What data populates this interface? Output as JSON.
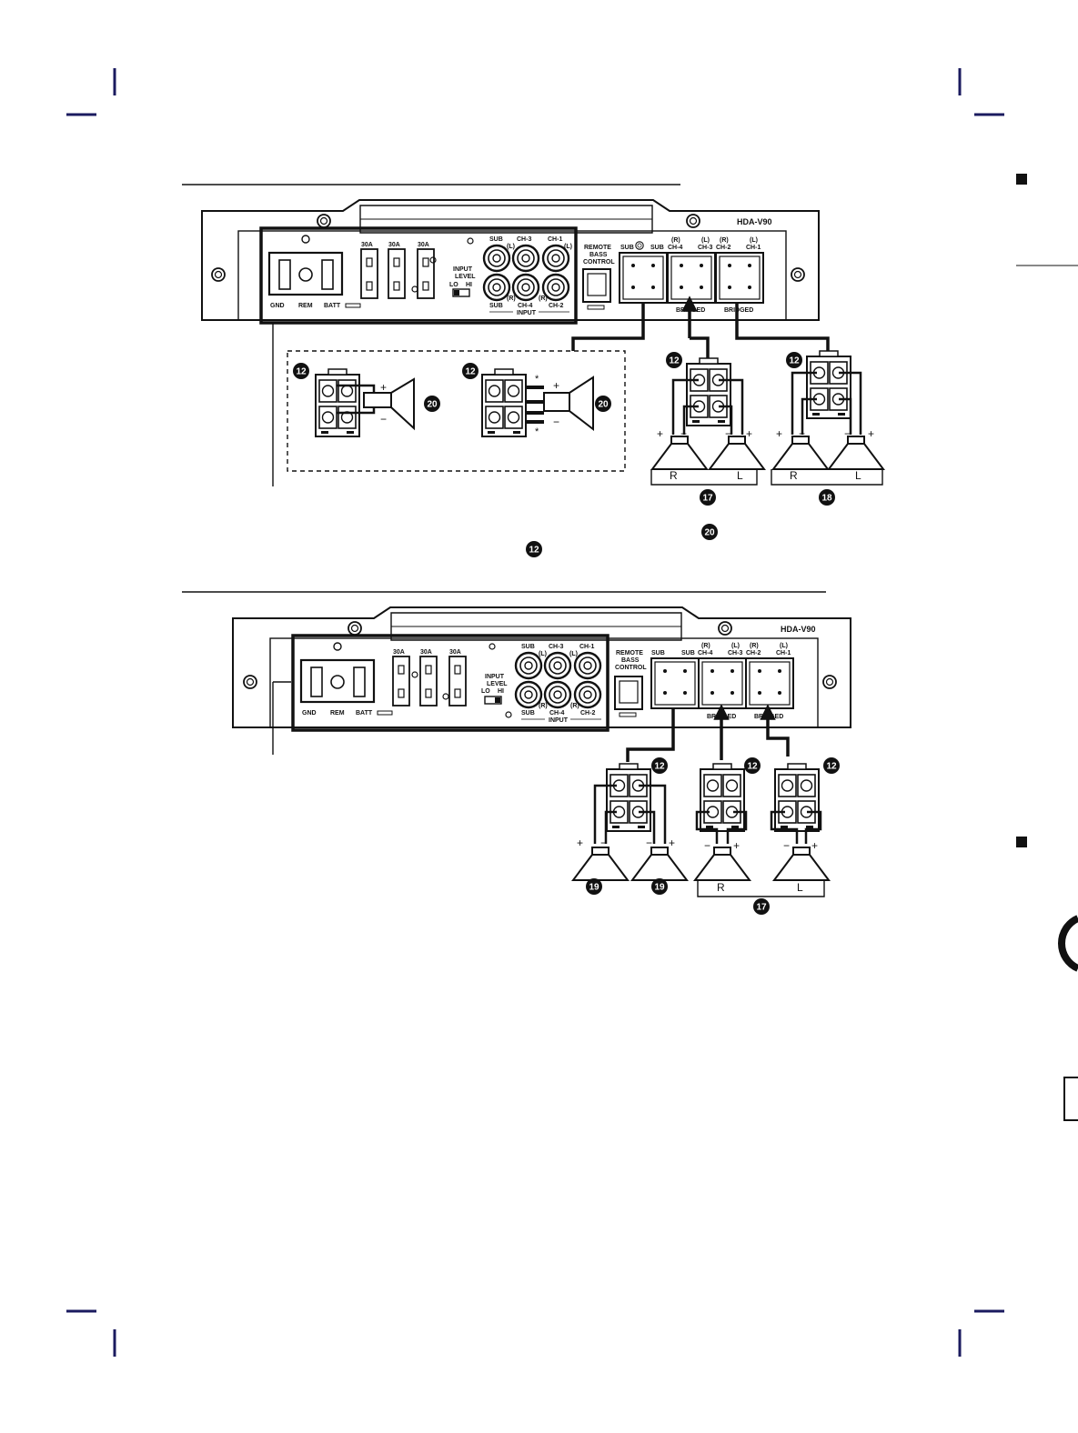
{
  "amp": {
    "model": "HDA-V90",
    "fuse_rating": "30A",
    "power_labels": [
      "GND",
      "REM",
      "BATT"
    ],
    "remote_label": [
      "REMOTE",
      "BASS",
      "CONTROL"
    ],
    "input_level": [
      "INPUT",
      "LEVEL"
    ],
    "input_lo": "LO",
    "input_hi": "HI",
    "rca_top": [
      "SUB",
      "CH-3",
      "CH-1"
    ],
    "rca_top_lr": [
      "",
      "(L)",
      "(L)"
    ],
    "rca_bottom": [
      "SUB",
      "CH-4",
      "CH-2"
    ],
    "rca_bottom_lr": [
      "",
      "(R)",
      "(R)"
    ],
    "input_label": "INPUT",
    "sub_label": "SUB",
    "out_ch43": [
      "(R)",
      "CH-4",
      "(L)",
      "CH-3"
    ],
    "out_ch21": [
      "(R)",
      "CH-2",
      "(L)",
      "CH-1"
    ],
    "bridged": "BRIDGED"
  },
  "callouts": {
    "c12": "12",
    "c17": "17",
    "c18": "18",
    "c19": "19",
    "c20": "20"
  },
  "speaker_labels": {
    "right": "R",
    "left": "L"
  },
  "polarity": {
    "plus": "+",
    "minus": "−",
    "star": "*"
  }
}
